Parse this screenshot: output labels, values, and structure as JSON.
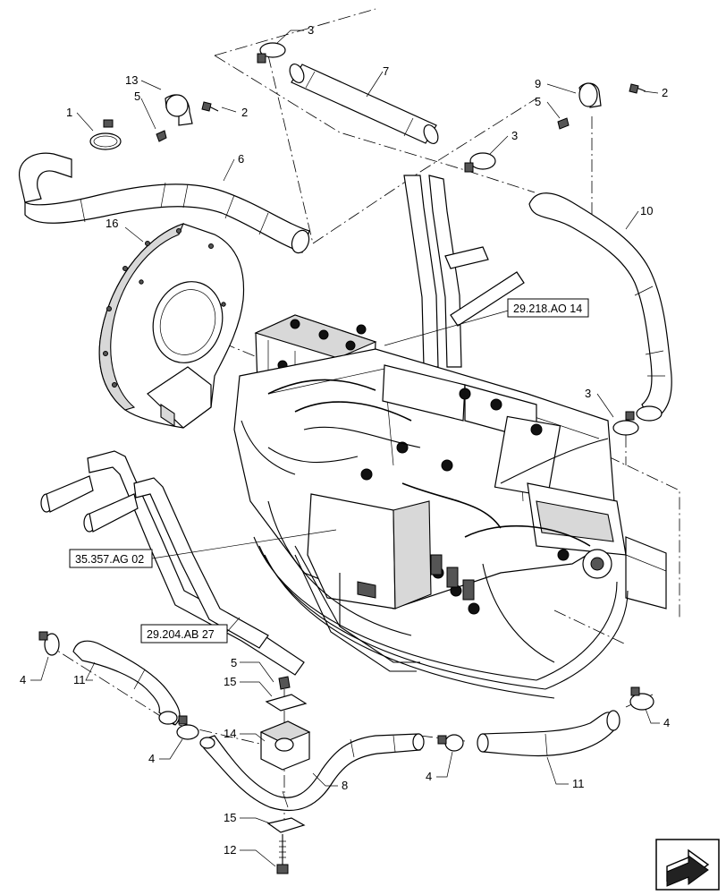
{
  "callouts": {
    "c1": "1",
    "c2a": "2",
    "c2b": "2",
    "c3a": "3",
    "c3b": "3",
    "c3c": "3",
    "c4a": "4",
    "c4b": "4",
    "c4c": "4",
    "c4d": "4",
    "c5a": "5",
    "c5b": "5",
    "c5c": "5",
    "c6": "6",
    "c7": "7",
    "c8": "8",
    "c9": "9",
    "c10": "10",
    "c11a": "11",
    "c11b": "11",
    "c12": "12",
    "c13": "13",
    "c14": "14",
    "c15a": "15",
    "c15b": "15",
    "c16": "16"
  },
  "references": {
    "r1": "29.218.AO 14",
    "r2": "35.357.AG 02",
    "r3": "29.204.AB 27"
  },
  "icons": {
    "nav": "next-page-arrow-icon"
  }
}
